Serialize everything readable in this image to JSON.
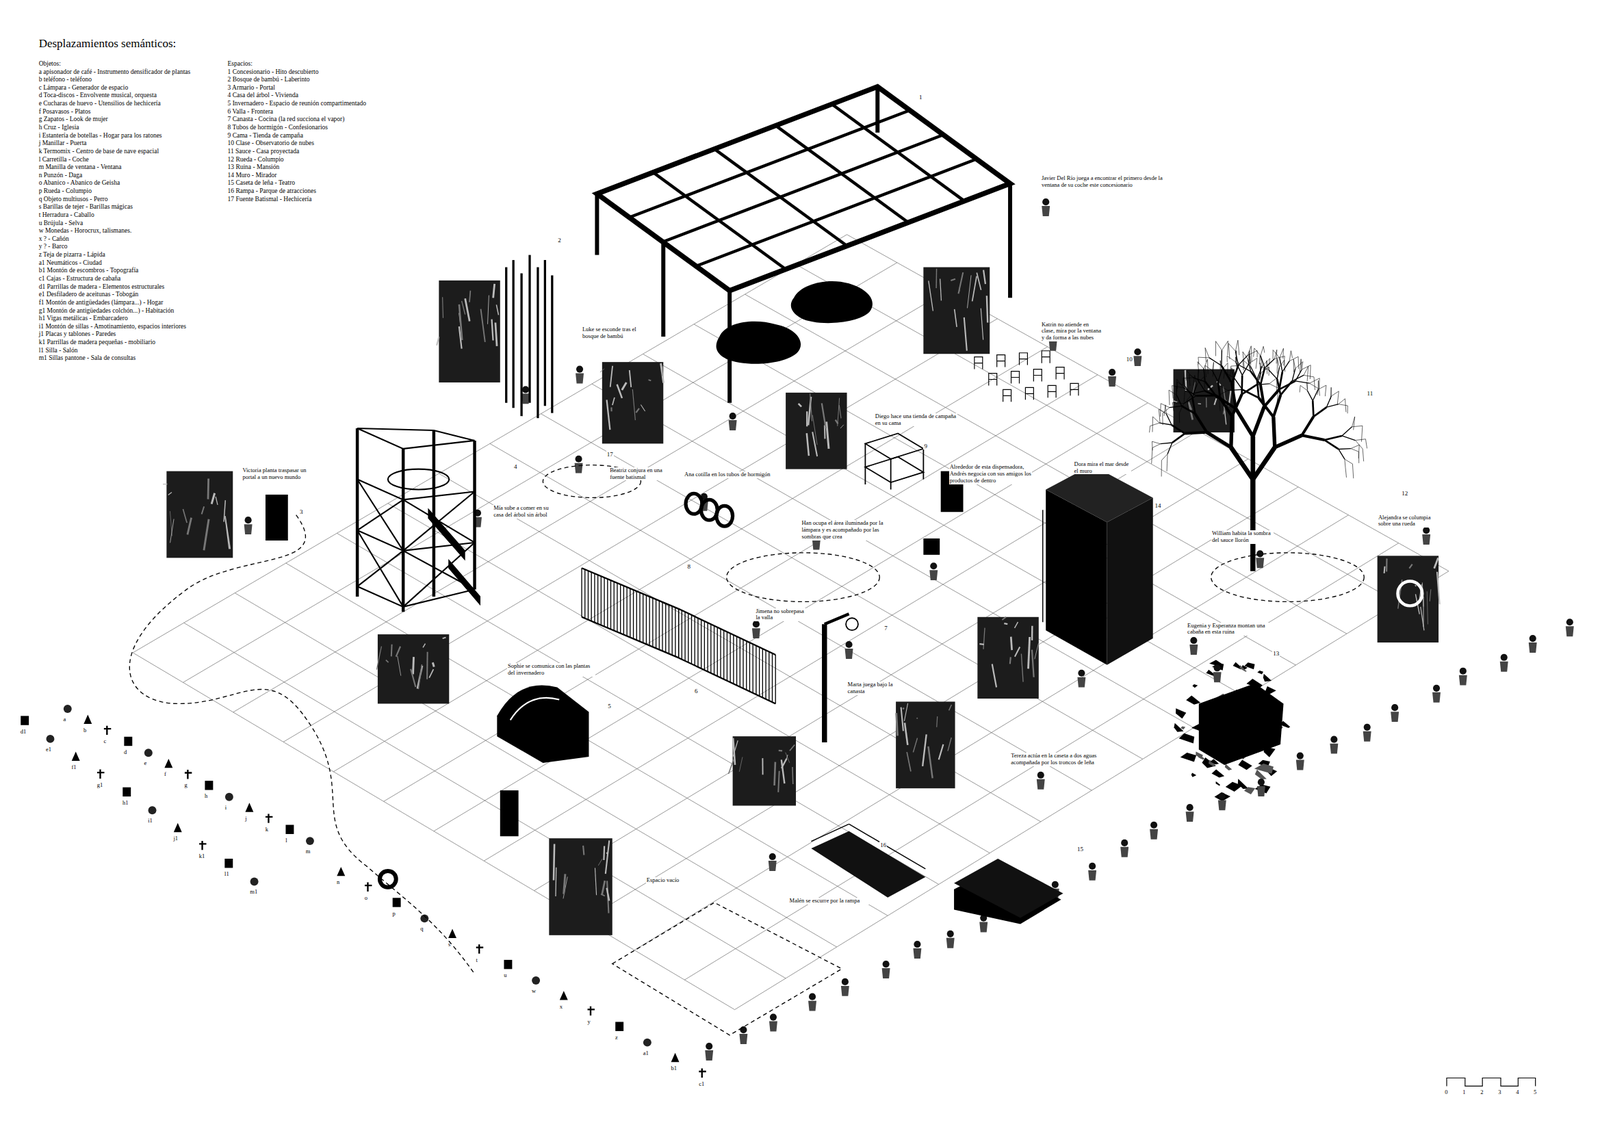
{
  "diagram": {
    "title": "Desplazamientos semánticos:",
    "labels": [
      "Objetos:",
      "a apisonador de café - Instrumento densificador de plantas",
      "b teléfono - teléfono",
      "c Lámpara - Generador de espacio",
      "d Toca-discos - Envolvente musical, orquesta",
      "e Cucharas de huevo - Utensilios de hechicería",
      "f Posavasos - Platos",
      "g Zapatos - Look de mujer",
      "h Cruz - Iglesia",
      "i Estantería de botellas - Hogar para los ratones",
      "j Manillar - Puerta",
      "k Termomix - Centro de base de nave espacial",
      "l Carretilla - Coche",
      "m Manilla de ventana - Ventana",
      "n Punzón - Daga",
      "o Abanico - Abanico de Geisha",
      "p Rueda - Columpio",
      "q Objeto multiusos - Perro",
      "s Barillas de tejer - Barillas mágicas",
      "t Herradura - Caballo",
      "u Brújula - Selva",
      "w Monedas - Horocrux, talismanes.",
      "x ? - Cañón",
      "y ? - Barco",
      "z Teja de pizarra - Lápida",
      "a1 Neumáticos - Ciudad",
      "b1 Montón de escombros - Topografía",
      "c1 Cajas - Estructura de cabaña",
      "d1 Parrillas de madera - Elementos estructurales",
      "e1 Desfiladero de aceitunas - Tobogán",
      "f1 Montón de antigüedades (lámpara...) - Hogar",
      "g1 Montón de antigüedades colchón...) - Habitación",
      "h1 Vigas metálicas - Embarcadero",
      "i1 Montón de sillas - Amotinamiento, espacios interiores",
      "j1 Placas y tablones - Paredes",
      "k1 Parrillas de madera pequeñas - mobiliario",
      "l1 Silla - Salón",
      "m1 Sillas pantone - Sala de consultas",
      "Espacios:",
      "1 Concesionario - Hito descubierto",
      "2 Bosque de bambú - Laberinto",
      "3 Armario - Portal",
      "4 Casa del árbol - Vivienda",
      "5 Invernadero - Espacio de reunión compartimentado",
      "6 Valla - Frontera",
      "7 Canasta - Cocina (la red succiona el vapor)",
      "8 Tubos de hormigón - Confesionarios",
      "9 Cama - Tienda de campaña",
      "10 Clase - Observatorio de nubes",
      "11 Sauce - Casa proyectada",
      "12 Rueda - Columpio",
      "13 Ruina - Mansión",
      "14 Muro - Mirador",
      "15 Caseta de leña - Teatro",
      "16 Rampa - Parque de atracciones",
      "17 Fuente Batismal - Hechicería",
      "Javier Del Río juega a encontrar el primero desde la ventana de su coche este concesionario",
      "Luke se esconde tras el bosque de bambú",
      "Katrin no atiende en clase, mira por la ventana y da forma a las nubes",
      "Beatriz conjura en una fuente batismal",
      "Ana cotilla en los tubos de hormigón",
      "Diego hace una tienda de campaña en su cama",
      "Victoria planta traspasar un portal a un nuevo mundo",
      "Mía sube a comer en su casa del árbol sin árbol",
      "Alrededor de esta dispensadora, Andrés negocia con sus amigos los productos de dentro",
      "Dora mira el mar desde el muro",
      "Han ocupa el área iluminada por la lámpara y es acompañado por las sombras que crea",
      "William habita la sombra del sauce llorón",
      "Alejandra se columpia sobre una rueda",
      "Jimena no sobrepasa la valla",
      "Eugenia y Esperanza montan una cabaña en esta ruina",
      "Sophie se comunica con las plantas del invernadero",
      "Marta juega bajo la canasta",
      "Tereza actúa en la caseta a dos aguas acompañada por los troncos de leña",
      "Espacio vacío",
      "Malén se escurre por la rampa",
      "1",
      "2",
      "3",
      "4",
      "5",
      "6",
      "7",
      "8",
      "9",
      "10",
      "11",
      "12",
      "13",
      "14",
      "15",
      "16",
      "17",
      "a",
      "b",
      "c",
      "d",
      "e",
      "f",
      "g",
      "h",
      "i",
      "j",
      "k",
      "l",
      "m",
      "n",
      "o",
      "p",
      "q",
      "s",
      "t",
      "u",
      "w",
      "x",
      "y",
      "z",
      "a1",
      "b1",
      "c1",
      "d1",
      "e1",
      "f1",
      "g1",
      "h1",
      "i1",
      "j1",
      "k1",
      "l1",
      "m1",
      "0",
      "1",
      "2",
      "3",
      "4",
      "5"
    ]
  }
}
